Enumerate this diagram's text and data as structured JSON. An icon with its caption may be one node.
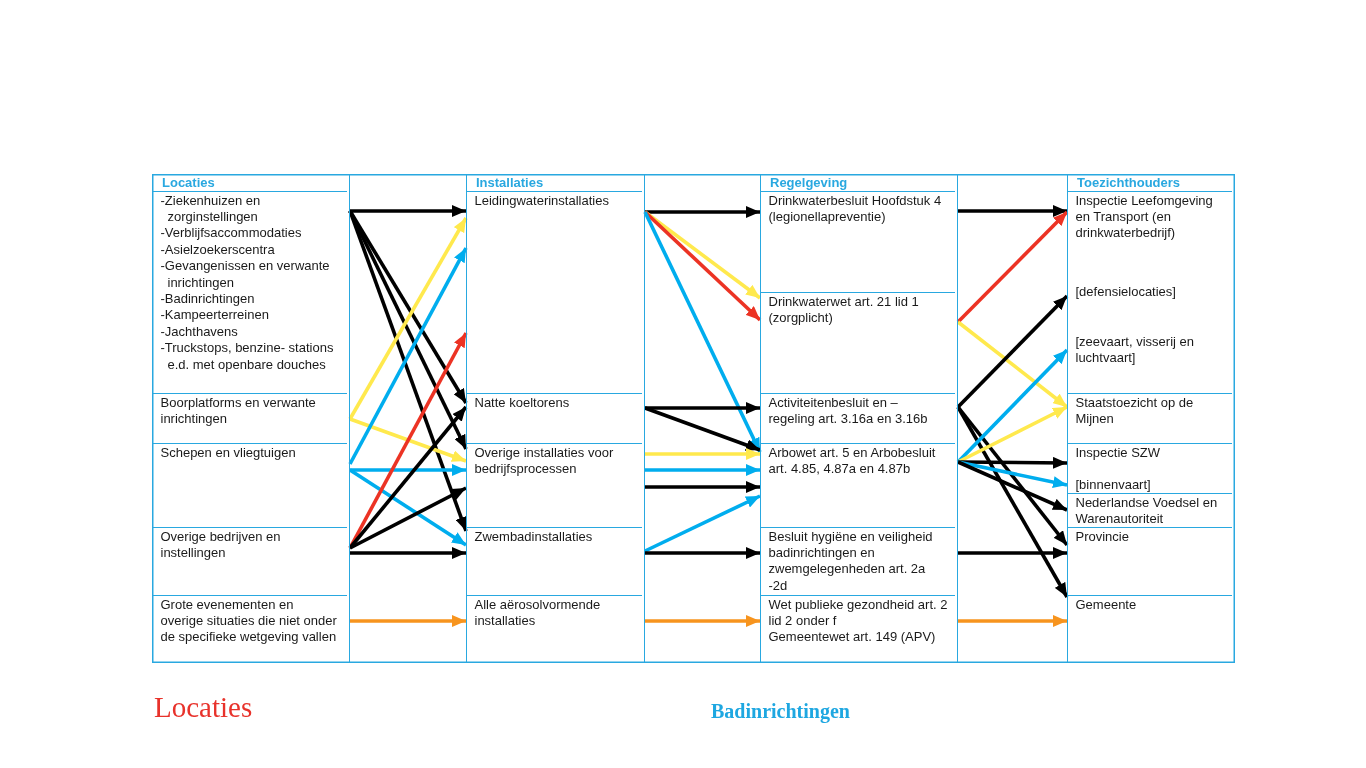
{
  "diagram": {
    "nodes": [
      {
        "text": [
          "Locaties"
        ]
      },
      {
        "text": [
          "-Ziekenhuizen en zorginstellingen",
          "-Verblijfsaccommodaties",
          "-Asielzoekerscentra",
          "-Gevangenissen en verwante inrichtingen",
          "-Badinrichtingen",
          "-Kampeerterreinen",
          "-Jachthavens",
          "-Truckstops, benzine- stations e.d. met openbare douches"
        ],
        "in": 0
      },
      {
        "text": [
          "Boorplatforms en verwante inrichtingen"
        ],
        "in": 0
      },
      {
        "text": [
          "Schepen en vliegtuigen"
        ],
        "in": 0
      },
      {
        "text": [
          "Overige bedrijven en instellingen"
        ],
        "in": 0
      },
      {
        "text": [
          "Grote evenementen en overige situaties die niet onder de specifieke wetgeving vallen"
        ],
        "in": 0
      },
      {
        "text": [
          "Installaties"
        ]
      },
      {
        "text": [
          "Leidingwaterinstallaties"
        ],
        "in": 6
      },
      {
        "text": [
          "Natte koeltorens"
        ],
        "in": 6
      },
      {
        "text": [
          "Overige installaties voor bedrijfsprocessen"
        ],
        "in": 6
      },
      {
        "text": [
          "Zwembadinstallaties"
        ],
        "in": 6
      },
      {
        "text": [
          "Alle aërosolvormende installaties"
        ],
        "in": 6
      },
      {
        "text": [
          "Regelgeving"
        ]
      },
      {
        "text": [
          "Drinkwaterbesluit Hoofdstuk 4 (legionellapreventie)"
        ],
        "in": 12
      },
      {
        "text": [
          "Drinkwaterwet art. 21 lid 1 (zorgplicht)"
        ],
        "in": 12
      },
      {
        "text": [
          "Activiteitenbesluit en – regeling art. 3.16a en 3.16b"
        ],
        "in": 12
      },
      {
        "text": [
          "Arbowet art. 5 en Arbobesluit art. 4.85, 4.87a en 4.87b"
        ],
        "in": 12
      },
      {
        "text": [
          "Besluit hygiëne en veiligheid badinrichtingen en zwemgelegenheden art. 2a -2d"
        ],
        "in": 12
      },
      {
        "text": [
          "Wet publieke gezondheid art. 2 lid 2 onder f",
          "Gemeentewet art. 149 (APV)"
        ],
        "in": 12
      },
      {
        "text": [
          "Toezichthouders"
        ]
      },
      {
        "text": [
          "Inspectie Leefomgeving en Transport (en drinkwaterbedrijf)",
          "[defensielocaties]",
          "[zeevaart, visserij en luchtvaart]"
        ],
        "in": 19
      },
      {
        "text": [
          "Staatstoezicht op de Mijnen"
        ],
        "in": 19
      },
      {
        "text": [
          "Inspectie SZW",
          "[binnenvaart]"
        ],
        "in": 19
      },
      {
        "text": [
          "Nederlandse Voedsel en Warenautoriteit"
        ],
        "in": 19
      },
      {
        "text": [
          "Provincie"
        ],
        "in": 19
      },
      {
        "text": [
          "Gemeente"
        ],
        "in": 19
      }
    ],
    "edges": [
      {
        "from": 1,
        "to": 7,
        "arrow": "to"
      },
      {
        "from": 1,
        "to": 8,
        "arrow": "to"
      },
      {
        "from": 1,
        "to": 9,
        "arrow": "to"
      },
      {
        "from": 1,
        "to": 10,
        "arrow": "to"
      },
      {
        "from": 2,
        "to": 7,
        "arrow": "to",
        "color": "#ffe94d"
      },
      {
        "from": 2,
        "to": 9,
        "arrow": "to",
        "color": "#ffe94d"
      },
      {
        "from": 3,
        "to": 7,
        "arrow": "to",
        "color": "#00adee"
      },
      {
        "from": 3,
        "to": 9,
        "arrow": "to",
        "color": "#00adee"
      },
      {
        "from": 3,
        "to": 10,
        "arrow": "to",
        "color": "#00adee"
      },
      {
        "from": 4,
        "to": 7,
        "arrow": "to",
        "color": "#ec3324"
      },
      {
        "from": 4,
        "to": 8,
        "arrow": "to"
      },
      {
        "from": 4,
        "to": 9,
        "arrow": "to"
      },
      {
        "from": 4,
        "to": 10,
        "arrow": "to"
      },
      {
        "from": 5,
        "to": 11,
        "arrow": "to",
        "color": "#f7941e"
      },
      {
        "from": 7,
        "to": 13,
        "arrow": "to"
      },
      {
        "from": 7,
        "to": 14,
        "arrow": "to",
        "color": "#ffe94d"
      },
      {
        "from": 7,
        "to": 14,
        "arrow": "to",
        "color": "#ec3324"
      },
      {
        "from": 7,
        "to": 16,
        "arrow": "to",
        "color": "#00adee"
      },
      {
        "from": 8,
        "to": 15,
        "arrow": "to"
      },
      {
        "from": 8,
        "to": 16,
        "arrow": "to"
      },
      {
        "from": 9,
        "to": 16,
        "arrow": "to",
        "color": "#ffe94d"
      },
      {
        "from": 9,
        "to": 16,
        "arrow": "to",
        "color": "#00adee"
      },
      {
        "from": 9,
        "to": 16,
        "arrow": "to"
      },
      {
        "from": 10,
        "to": 16,
        "arrow": "to",
        "color": "#00adee"
      },
      {
        "from": 10,
        "to": 17,
        "arrow": "to"
      },
      {
        "from": 11,
        "to": 18,
        "arrow": "to",
        "color": "#f7941e"
      },
      {
        "from": 13,
        "to": 20,
        "arrow": "to"
      },
      {
        "from": 14,
        "to": 20,
        "arrow": "to",
        "color": "#ec3324"
      },
      {
        "from": 14,
        "to": 21,
        "arrow": "to",
        "color": "#ffe94d"
      },
      {
        "from": 15,
        "to": 20,
        "arrow": "to"
      },
      {
        "from": 15,
        "to": 24,
        "arrow": "to"
      },
      {
        "from": 15,
        "to": 25,
        "arrow": "to"
      },
      {
        "from": 16,
        "to": 20,
        "arrow": "to",
        "color": "#00adee"
      },
      {
        "from": 16,
        "to": 21,
        "arrow": "to",
        "color": "#ffe94d"
      },
      {
        "from": 16,
        "to": 22,
        "arrow": "to"
      },
      {
        "from": 16,
        "to": 22,
        "arrow": "to",
        "color": "#00adee"
      },
      {
        "from": 16,
        "to": 23,
        "arrow": "to"
      },
      {
        "from": 17,
        "to": 24,
        "arrow": "to"
      },
      {
        "from": 18,
        "to": 25,
        "arrow": "to",
        "color": "#f7941e"
      }
    ],
    "labels": [
      "Locaties",
      "Badinrichtingen"
    ]
  }
}
